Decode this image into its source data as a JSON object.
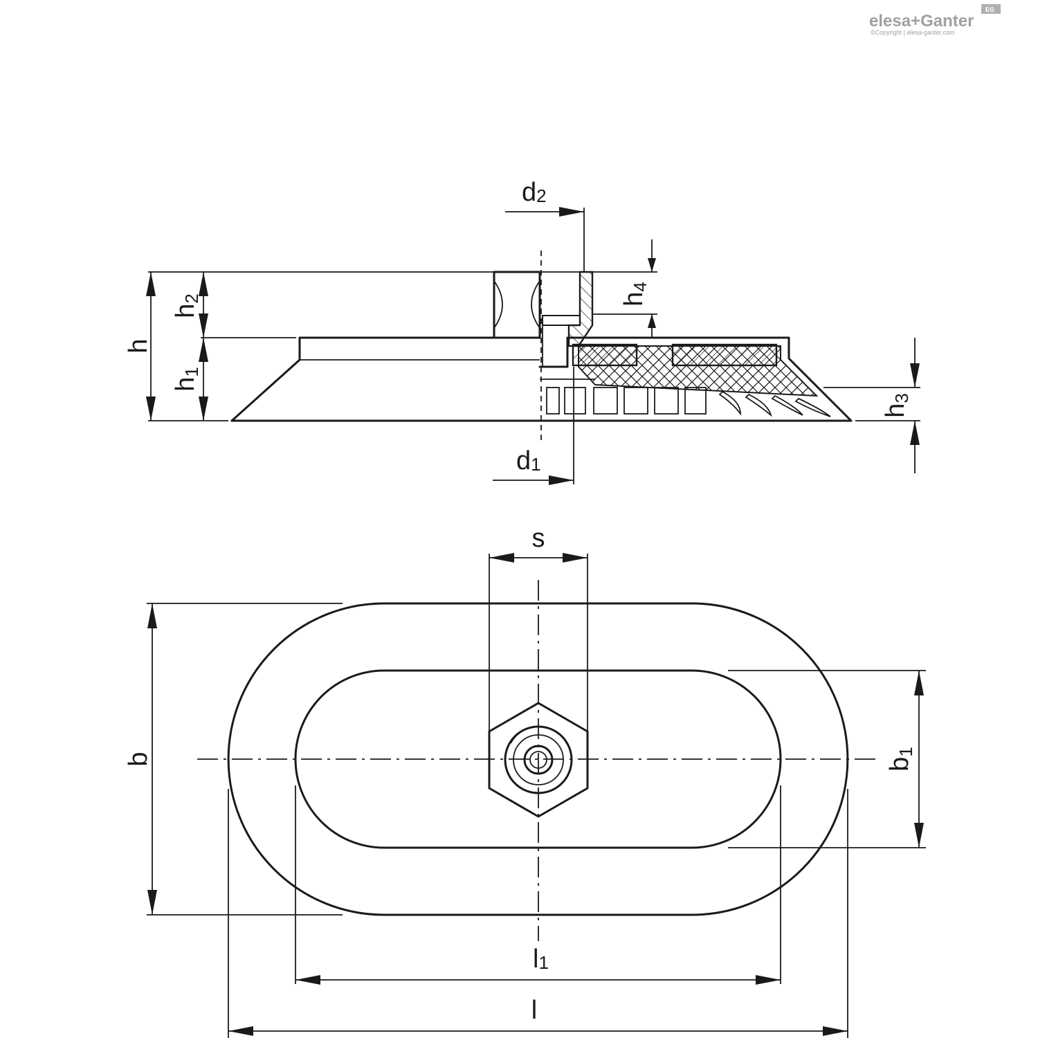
{
  "logo": {
    "brand": "elesa+Ganter",
    "badge": "EG",
    "copyright": "©Copyright | elesa-ganter.com"
  },
  "labels": {
    "d2": {
      "base": "d",
      "sub": "2"
    },
    "d1": {
      "base": "d",
      "sub": "1"
    },
    "h": {
      "base": "h",
      "sub": ""
    },
    "h1": {
      "base": "h",
      "sub": "1"
    },
    "h2": {
      "base": "h",
      "sub": "2"
    },
    "h3": {
      "base": "h",
      "sub": "3"
    },
    "h4": {
      "base": "h",
      "sub": "4"
    },
    "s": {
      "base": "s",
      "sub": ""
    },
    "b": {
      "base": "b",
      "sub": ""
    },
    "b1": {
      "base": "b",
      "sub": "1"
    },
    "l": {
      "base": "l",
      "sub": ""
    },
    "l1": {
      "base": "l",
      "sub": "1"
    }
  }
}
